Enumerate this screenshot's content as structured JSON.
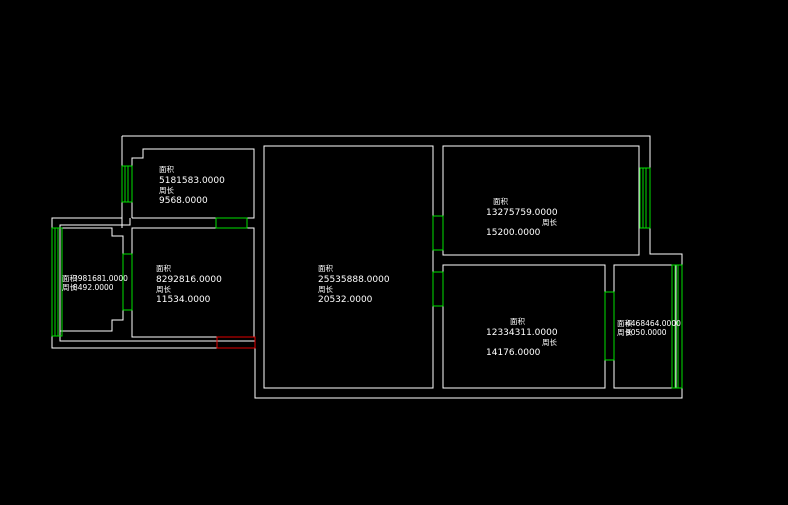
{
  "rooms": [
    {
      "id": "room-upper-left",
      "tag": "面积",
      "area": "5181583.0000",
      "per_tag": "周长",
      "perimeter": "9568.0000"
    },
    {
      "id": "room-balcony-west",
      "tag": "面积",
      "area": "3981681.0000",
      "per_tag": "周长",
      "perimeter": "8492.0000"
    },
    {
      "id": "room-middle-left",
      "tag": "面积",
      "area": "8292816.0000",
      "per_tag": "周长",
      "perimeter": "11534.0000"
    },
    {
      "id": "room-center",
      "tag": "面积",
      "area": "25535888.0000",
      "per_tag": "周长",
      "perimeter": "20532.0000"
    },
    {
      "id": "room-upper-right",
      "tag": "面积",
      "area": "13275759.0000",
      "per_tag": "周长",
      "perimeter": "15200.0000"
    },
    {
      "id": "room-lower-right",
      "tag": "面积",
      "area": "12334311.0000",
      "per_tag": "周长",
      "perimeter": "14176.0000"
    },
    {
      "id": "room-balcony-east",
      "tag": "面积",
      "area": "4468464.0000",
      "per_tag": "周长",
      "perimeter": "9050.0000"
    }
  ],
  "colors": {
    "background": "#000000",
    "walls": "#ffffff",
    "windows": "#00e000",
    "door": "#e00000"
  }
}
